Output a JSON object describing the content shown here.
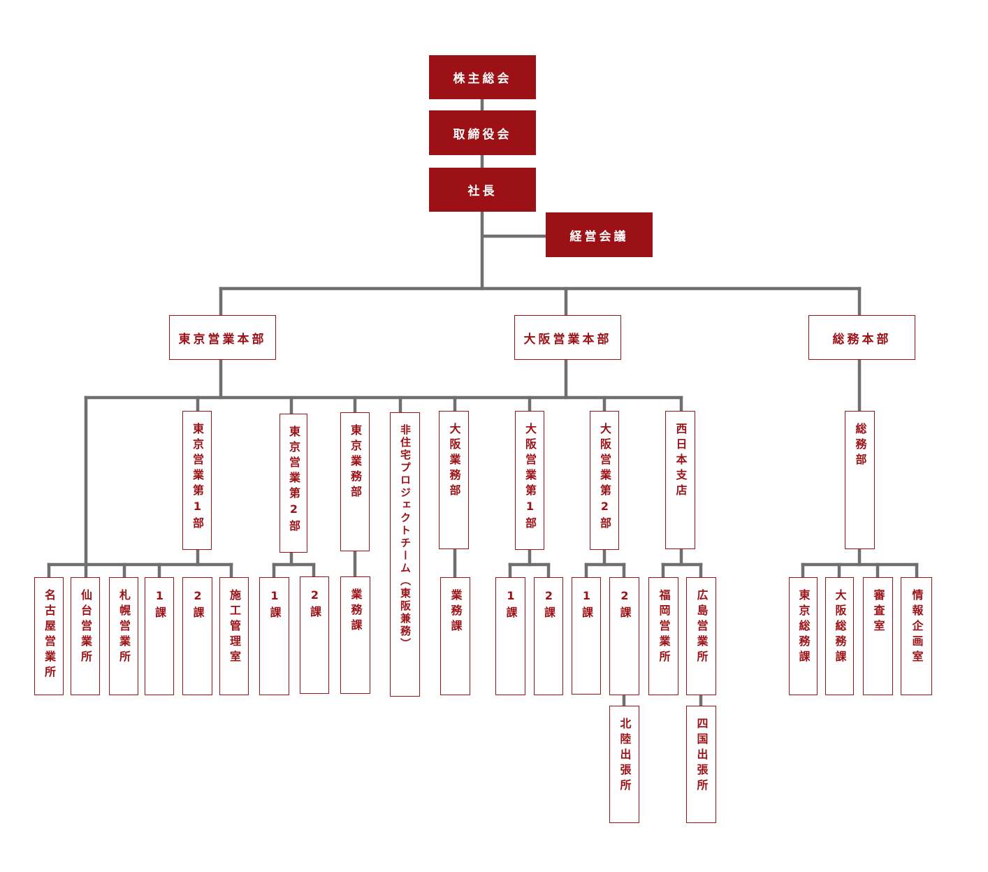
{
  "colors": {
    "box": "#9b1116",
    "line": "#6f6f6f"
  },
  "top": {
    "shareholders": "株主総会",
    "board": "取締役会",
    "president": "社長",
    "management_meeting": "経営会議"
  },
  "divisions": {
    "tokyo": "東京営業本部",
    "osaka": "大阪営業本部",
    "general": "総務本部"
  },
  "departments": {
    "tokyo_sales_1": "東京営業第1部",
    "tokyo_sales_2": "東京営業第2部",
    "tokyo_business": "東京業務部",
    "non_residential": "非住宅プロジェクトチーム（東阪兼務）",
    "osaka_business": "大阪業務部",
    "osaka_sales_1": "大阪営業第1部",
    "osaka_sales_2": "大阪営業第2部",
    "west_japan": "西日本支店",
    "general_affairs": "総務部"
  },
  "units": {
    "nagoya": "名古屋営業所",
    "sendai": "仙台営業所",
    "sapporo": "札幌営業所",
    "t1_sec1": "1課",
    "t1_sec2": "2課",
    "construction": "施工管理室",
    "t2_sec1": "1課",
    "t2_sec2": "2課",
    "tokyo_gyomu": "業務課",
    "osaka_gyomu": "業務課",
    "o1_sec1": "1課",
    "o1_sec2": "2課",
    "o2_sec1": "1課",
    "o2_sec2": "2課",
    "fukuoka": "福岡営業所",
    "hiroshima": "広島営業所",
    "hokuriku": "北陸出張所",
    "shikoku": "四国出張所",
    "tokyo_soumu": "東京総務課",
    "osaka_soumu": "大阪総務課",
    "audit": "審査室",
    "info_planning": "情報企画室"
  }
}
